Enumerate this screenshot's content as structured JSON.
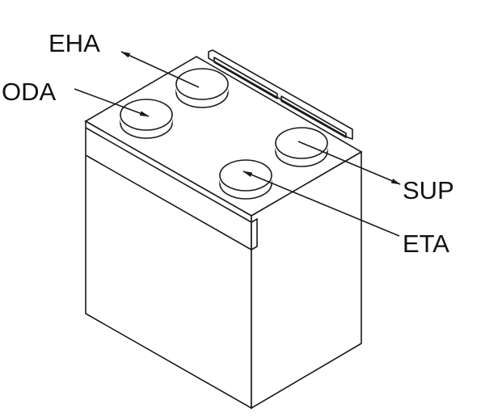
{
  "labels": {
    "eha": "EHA",
    "oda": "ODA",
    "sup": "SUP",
    "eta": "ETA"
  }
}
